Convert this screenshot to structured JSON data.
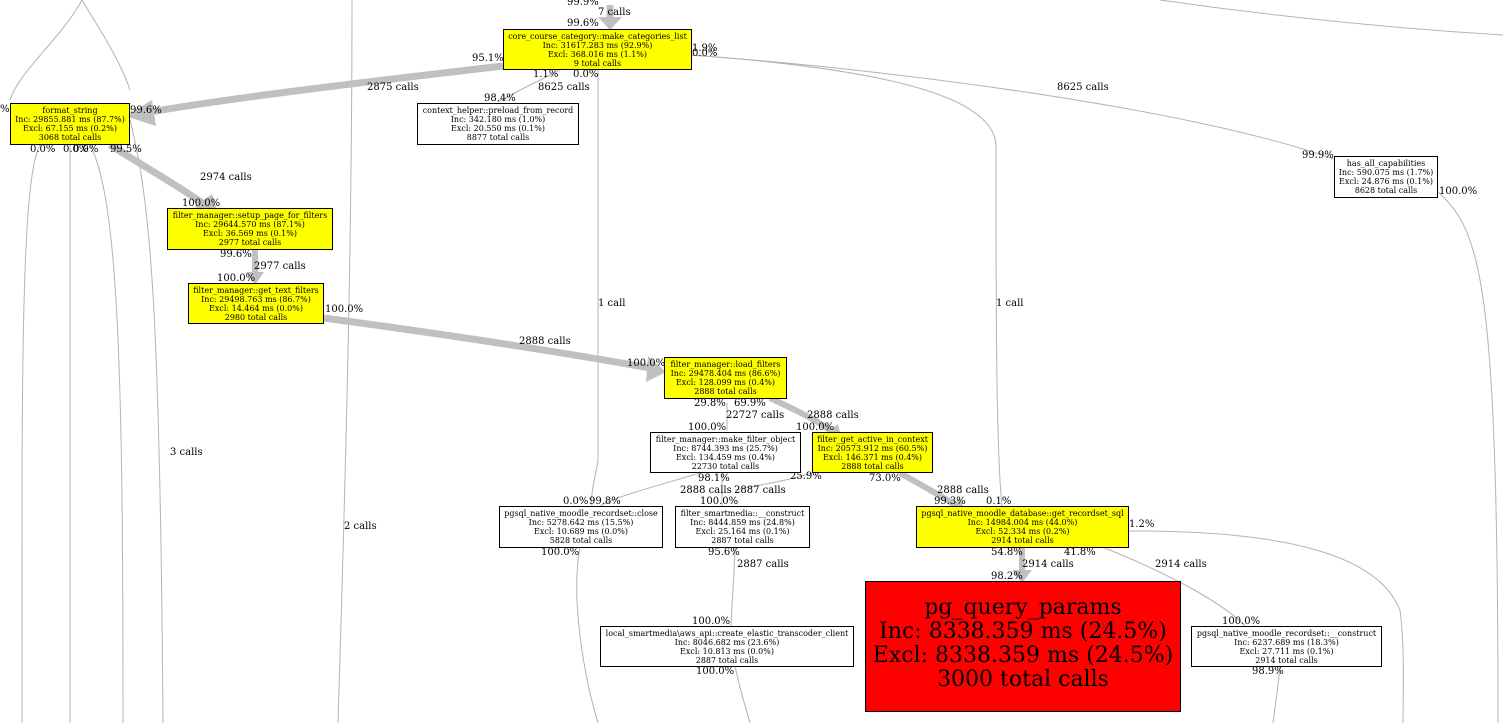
{
  "colors": {
    "highlight": "#ffff00",
    "hot": "#ff0000",
    "edge": "#c0c0c0",
    "plain": "#ffffff"
  },
  "nodes": {
    "make_categories_list": {
      "title": "core_course_category::make_categories_list",
      "inc": "Inc: 31617.283 ms (92.9%)",
      "excl": "Excl: 368.016 ms (1.1%)",
      "calls": "9 total calls",
      "color": "#ffff00"
    },
    "format_string": {
      "title": "format_string",
      "inc": "Inc: 29855.881 ms (87.7%)",
      "excl": "Excl: 67.155 ms (0.2%)",
      "calls": "3068 total calls",
      "color": "#ffff00"
    },
    "preload_from_record": {
      "title": "context_helper::preload_from_record",
      "inc": "Inc: 342.180 ms (1.0%)",
      "excl": "Excl: 20.550 ms (0.1%)",
      "calls": "8877 total calls",
      "color": "#ffffff"
    },
    "has_all_capabilities": {
      "title": "has_all_capabilities",
      "inc": "Inc: 590.075 ms (1.7%)",
      "excl": "Excl: 24.876 ms (0.1%)",
      "calls": "8628 total calls",
      "color": "#ffffff"
    },
    "setup_page_for_filters": {
      "title": "filter_manager::setup_page_for_filters",
      "inc": "Inc: 29644.570 ms (87.1%)",
      "excl": "Excl: 36.569 ms (0.1%)",
      "calls": "2977 total calls",
      "color": "#ffff00"
    },
    "get_text_filters": {
      "title": "filter_manager::get_text_filters",
      "inc": "Inc: 29498.763 ms (86.7%)",
      "excl": "Excl: 14.464 ms (0.0%)",
      "calls": "2980 total calls",
      "color": "#ffff00"
    },
    "load_filters": {
      "title": "filter_manager::load_filters",
      "inc": "Inc: 29478.404 ms (86.6%)",
      "excl": "Excl: 128.099 ms (0.4%)",
      "calls": "2888 total calls",
      "color": "#ffff00"
    },
    "make_filter_object": {
      "title": "filter_manager::make_filter_object",
      "inc": "Inc: 8744.393 ms (25.7%)",
      "excl": "Excl: 134.459 ms (0.4%)",
      "calls": "22730 total calls",
      "color": "#ffffff"
    },
    "get_active_in_context": {
      "title": "filter_get_active_in_context",
      "inc": "Inc: 20573.912 ms (60.5%)",
      "excl": "Excl: 146.371 ms (0.4%)",
      "calls": "2888 total calls",
      "color": "#ffff00"
    },
    "recordset_close": {
      "title": "pgsql_native_moodle_recordset::close",
      "inc": "Inc: 5278.642 ms (15.5%)",
      "excl": "Excl: 10.689 ms (0.0%)",
      "calls": "5828 total calls",
      "color": "#ffffff"
    },
    "smartmedia_construct": {
      "title": "filter_smartmedia::__construct",
      "inc": "Inc: 8444.859 ms (24.8%)",
      "excl": "Excl: 25.164 ms (0.1%)",
      "calls": "2887 total calls",
      "color": "#ffffff"
    },
    "get_recordset_sql": {
      "title": "pgsql_native_moodle_database::get_recordset_sql",
      "inc": "Inc: 14984.004 ms (44.0%)",
      "excl": "Excl: 52.334 ms (0.2%)",
      "calls": "2914 total calls",
      "color": "#ffff00"
    },
    "transcoder_client": {
      "title": "local_smartmedia\\aws_api::create_elastic_transcoder_client",
      "inc": "Inc: 8046.682 ms (23.6%)",
      "excl": "Excl: 10.813 ms (0.0%)",
      "calls": "2887 total calls",
      "color": "#ffffff"
    },
    "pg_query_params": {
      "title": "pg_query_params",
      "inc": "Inc: 8338.359 ms (24.5%)",
      "excl": "Excl: 8338.359 ms (24.5%)",
      "calls": "3000 total calls",
      "color": "#ff0000"
    },
    "recordset_construct": {
      "title": "pgsql_native_moodle_recordset::__construct",
      "inc": "Inc: 6237.689 ms (18.3%)",
      "excl": "Excl: 27.711 ms (0.1%)",
      "calls": "2914 total calls",
      "color": "#ffffff"
    }
  },
  "edge_labels": [
    "99.9%",
    "7 calls",
    "99.6%",
    "1.9%",
    "0.0%",
    "95.1%",
    "1.1%",
    "0.0%",
    "2875 calls",
    "8625 calls",
    "98.4%",
    "8625 calls",
    "99.9%",
    "100.0%",
    "%",
    "99.6%",
    "0.0%",
    "0.0%",
    "0.0%",
    "99.5%",
    "2974 calls",
    "100.0%",
    "99.6%",
    "2977 calls",
    "100.0%",
    "100.0%",
    "1 call",
    "1 call",
    "2888 calls",
    "100.0%",
    "3 calls",
    "29.8%",
    "69.9%",
    "22727 calls",
    "2888 calls",
    "100.0%",
    "100.0%",
    "98.1%",
    "25.9%",
    "73.0%",
    "2888 calls",
    "2887 calls",
    "2888 calls",
    "0.0%",
    "99.8%",
    "100.0%",
    "99.3%",
    "0.1%",
    "2 calls",
    "1.2%",
    "100.0%",
    "95.6%",
    "54.8%",
    "41.8%",
    "2914 calls",
    "2914 calls",
    "2887 calls",
    "98.2%",
    "100.0%",
    "100.0%",
    "100.0%",
    "98.9%"
  ]
}
